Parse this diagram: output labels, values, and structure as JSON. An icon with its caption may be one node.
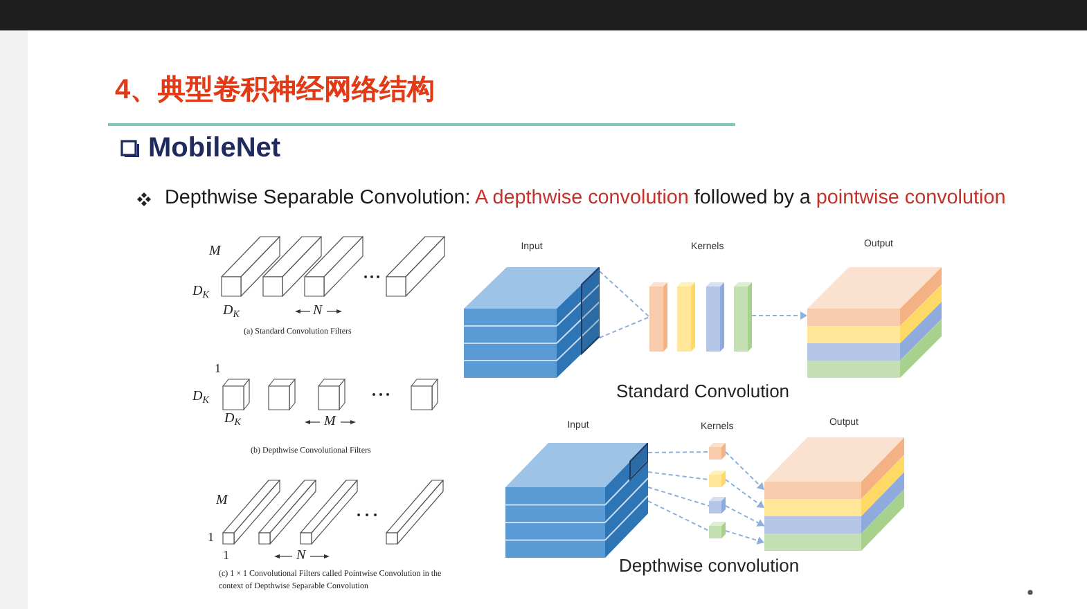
{
  "diagram": {
    "title": "4、典型卷积神经网络结构",
    "nodes": [
      {
        "text": [
          "Input"
        ]
      },
      {
        "text": [],
        "shape": "bar"
      },
      {
        "text": [],
        "shape": "bar"
      },
      {
        "text": [],
        "shape": "bar"
      },
      {
        "text": [],
        "shape": "bar"
      },
      {
        "text": [
          "Output"
        ]
      },
      {
        "text": [
          "Input"
        ]
      },
      {
        "text": [],
        "shape": "box"
      },
      {
        "text": [],
        "shape": "box"
      },
      {
        "text": [],
        "shape": "box"
      },
      {
        "text": [],
        "shape": "box"
      },
      {
        "text": [
          "Output"
        ]
      }
    ],
    "edges": [
      {
        "from": 0,
        "to": 1,
        "arrow": "none",
        "style": "dashed"
      },
      {
        "from": 4,
        "to": 5,
        "arrow": "to",
        "style": "dashed"
      },
      {
        "from": 6,
        "to": 7,
        "arrow": "none",
        "style": "dashed"
      },
      {
        "from": 6,
        "to": 8,
        "arrow": "none",
        "style": "dashed"
      },
      {
        "from": 6,
        "to": 9,
        "arrow": "none",
        "style": "dashed"
      },
      {
        "from": 6,
        "to": 10,
        "arrow": "none",
        "style": "dashed"
      },
      {
        "from": 7,
        "to": 11,
        "arrow": "to",
        "style": "dashed"
      },
      {
        "from": 8,
        "to": 11,
        "arrow": "to",
        "style": "dashed"
      },
      {
        "from": 9,
        "to": 11,
        "arrow": "to",
        "style": "dashed"
      },
      {
        "from": 10,
        "to": 11,
        "arrow": "to",
        "style": "dashed"
      }
    ],
    "labels": [
      "MobileNet",
      "Depthwise Separable Convolution: **A depthwise convolution** followed by a **pointwise convolution**",
      "M",
      "D$_{K}$",
      "D$_{K}$",
      "N",
      "(a) Standard Convolution Filters",
      "1",
      "D$_{K}$",
      "D$_{K}$",
      "M",
      "(b) Depthwise Convolutional Filters",
      "M",
      "1",
      "1",
      "N",
      "(c) 1 × 1 Convolutional Filters called Pointwise Convolution in the context of Depthwise Separable Convolution",
      "Kernels",
      "Standard Convolution",
      "Kernels",
      "Depthwise convolution"
    ]
  }
}
